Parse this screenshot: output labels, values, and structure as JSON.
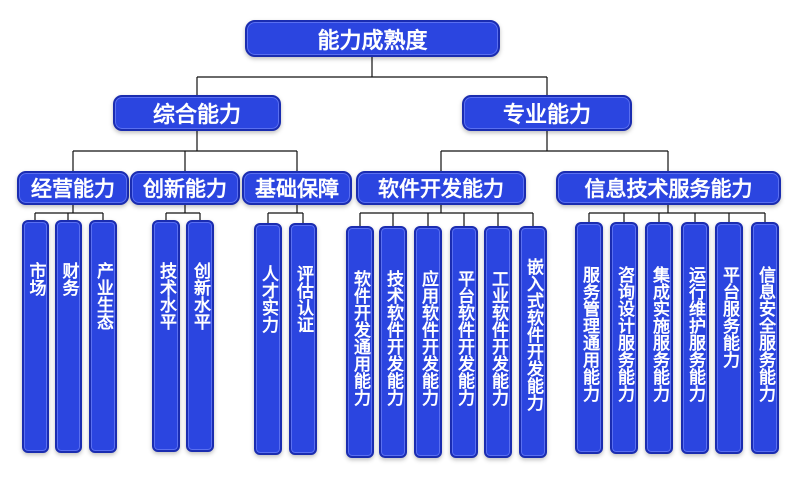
{
  "diagram": {
    "root": "能力成熟度",
    "level1": [
      "综合能力",
      "专业能力"
    ],
    "level2": [
      "经营能力",
      "创新能力",
      "基础保障",
      "软件开发能力",
      "信息技术服务能力"
    ],
    "leaves": {
      "jingying": [
        "市场",
        "财务",
        "产业生态"
      ],
      "chuangxin": [
        "技术水平",
        "创新水平"
      ],
      "jichu": [
        "人才实力",
        "评估认证"
      ],
      "ruanjian": [
        "软件开发通用能力",
        "技术软件开发能力",
        "应用软件开发能力",
        "平台软件开发能力",
        "工业软件开发能力",
        "嵌入式软件开发能力"
      ],
      "xinxi": [
        "服务管理通用能力",
        "咨询设计服务能力",
        "集成实施服务能力",
        "运行维护服务能力",
        "平台服务能力",
        "信息安全服务能力"
      ]
    }
  },
  "colors": {
    "box_fill": "#2b45e0",
    "box_border": "#1a2cb0",
    "line": "#111111",
    "text": "#ffffff"
  }
}
